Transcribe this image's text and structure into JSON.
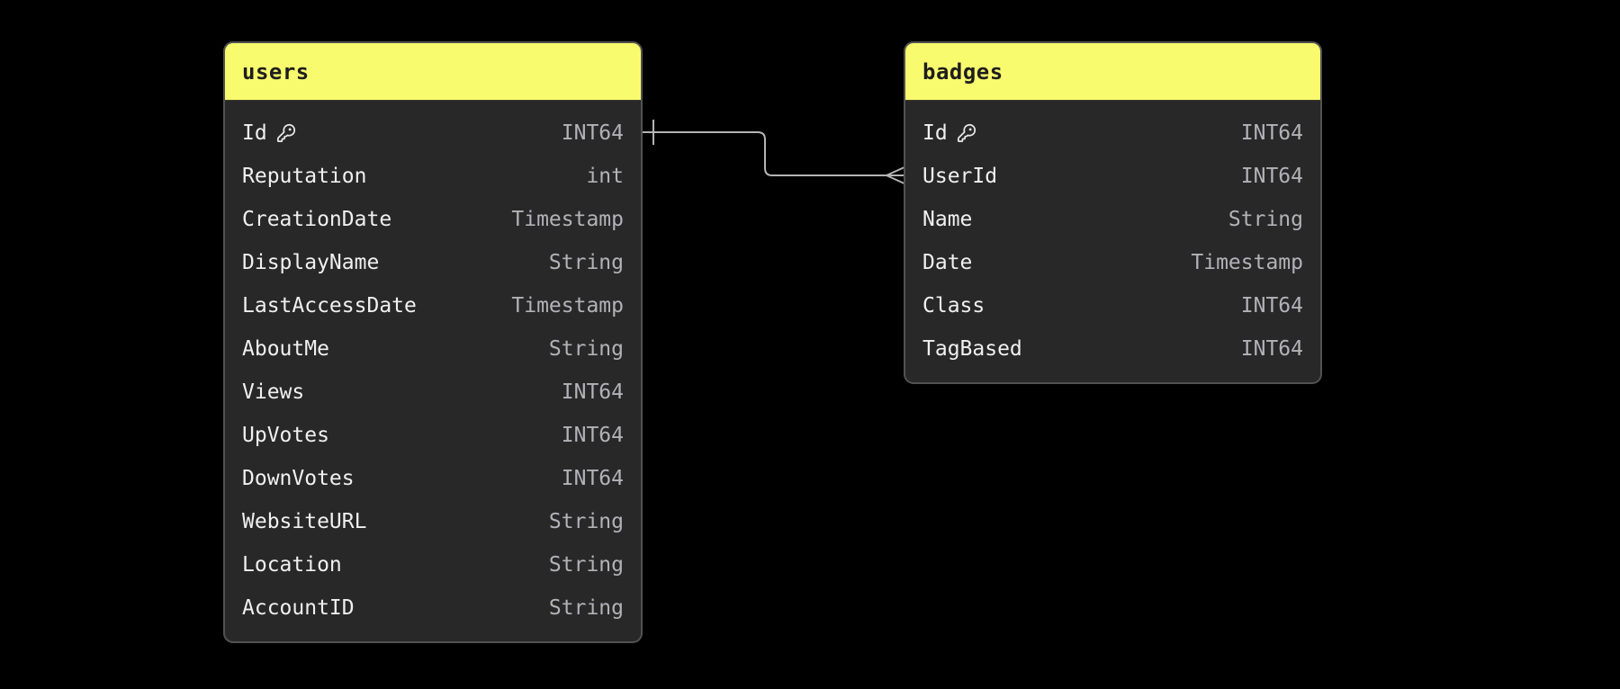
{
  "canvas": {
    "background": "#000000"
  },
  "diagram": {
    "colors": {
      "table_header_bg": "#f9fb6e",
      "table_header_text": "#1e1e1e",
      "table_body_bg": "#282828",
      "table_border": "#525252",
      "field_name_text": "#f0f0f0",
      "field_type_text": "#b2b2b8",
      "relationship_line": "#b4b4b4"
    },
    "tables": [
      {
        "id": "users",
        "title": "users",
        "fields": [
          {
            "name": "Id",
            "type": "INT64",
            "primary_key": true
          },
          {
            "name": "Reputation",
            "type": "int"
          },
          {
            "name": "CreationDate",
            "type": "Timestamp"
          },
          {
            "name": "DisplayName",
            "type": "String"
          },
          {
            "name": "LastAccessDate",
            "type": "Timestamp"
          },
          {
            "name": "AboutMe",
            "type": "String"
          },
          {
            "name": "Views",
            "type": "INT64"
          },
          {
            "name": "UpVotes",
            "type": "INT64"
          },
          {
            "name": "DownVotes",
            "type": "INT64"
          },
          {
            "name": "WebsiteURL",
            "type": "String"
          },
          {
            "name": "Location",
            "type": "String"
          },
          {
            "name": "AccountID",
            "type": "String"
          }
        ]
      },
      {
        "id": "badges",
        "title": "badges",
        "fields": [
          {
            "name": "Id",
            "type": "INT64",
            "primary_key": true
          },
          {
            "name": "UserId",
            "type": "INT64"
          },
          {
            "name": "Name",
            "type": "String"
          },
          {
            "name": "Date",
            "type": "Timestamp"
          },
          {
            "name": "Class",
            "type": "INT64"
          },
          {
            "name": "TagBased",
            "type": "INT64"
          }
        ]
      }
    ],
    "relationships": [
      {
        "from_table": "users",
        "from_field": "Id",
        "to_table": "badges",
        "to_field": "UserId",
        "from_cardinality": "one",
        "to_cardinality": "many"
      }
    ]
  }
}
